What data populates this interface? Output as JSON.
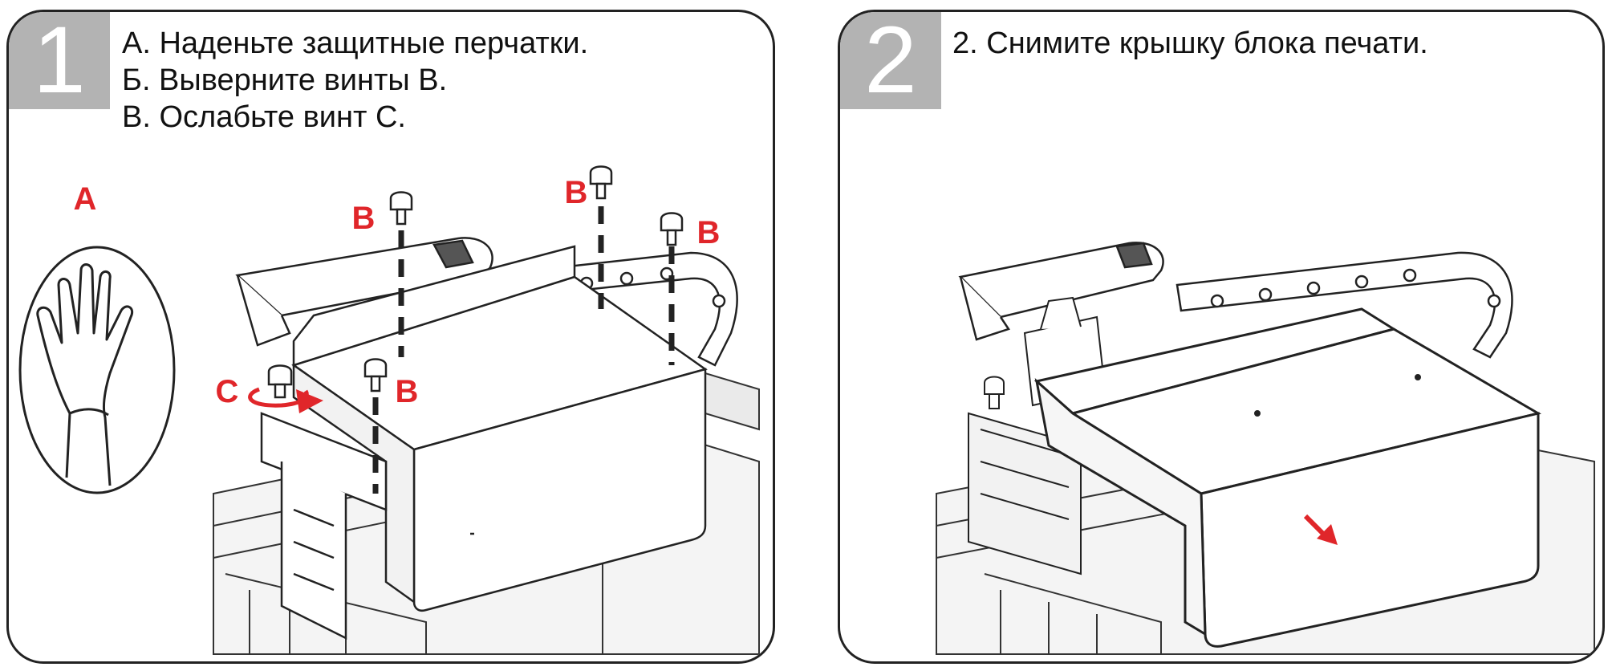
{
  "steps": [
    {
      "number": "1",
      "lines": [
        "А. Наденьте защитные перчатки.",
        "Б. Выверните винты B.",
        "В. Ослабьте винт C."
      ],
      "labels": {
        "glove": "A",
        "screw_b": "B",
        "screw_c": "C"
      }
    },
    {
      "number": "2",
      "lines": [
        "2. Снимите крышку блока печати."
      ]
    }
  ],
  "colors": {
    "accent": "#e0262a",
    "badge": "#b3b3b3",
    "border": "#222222"
  }
}
